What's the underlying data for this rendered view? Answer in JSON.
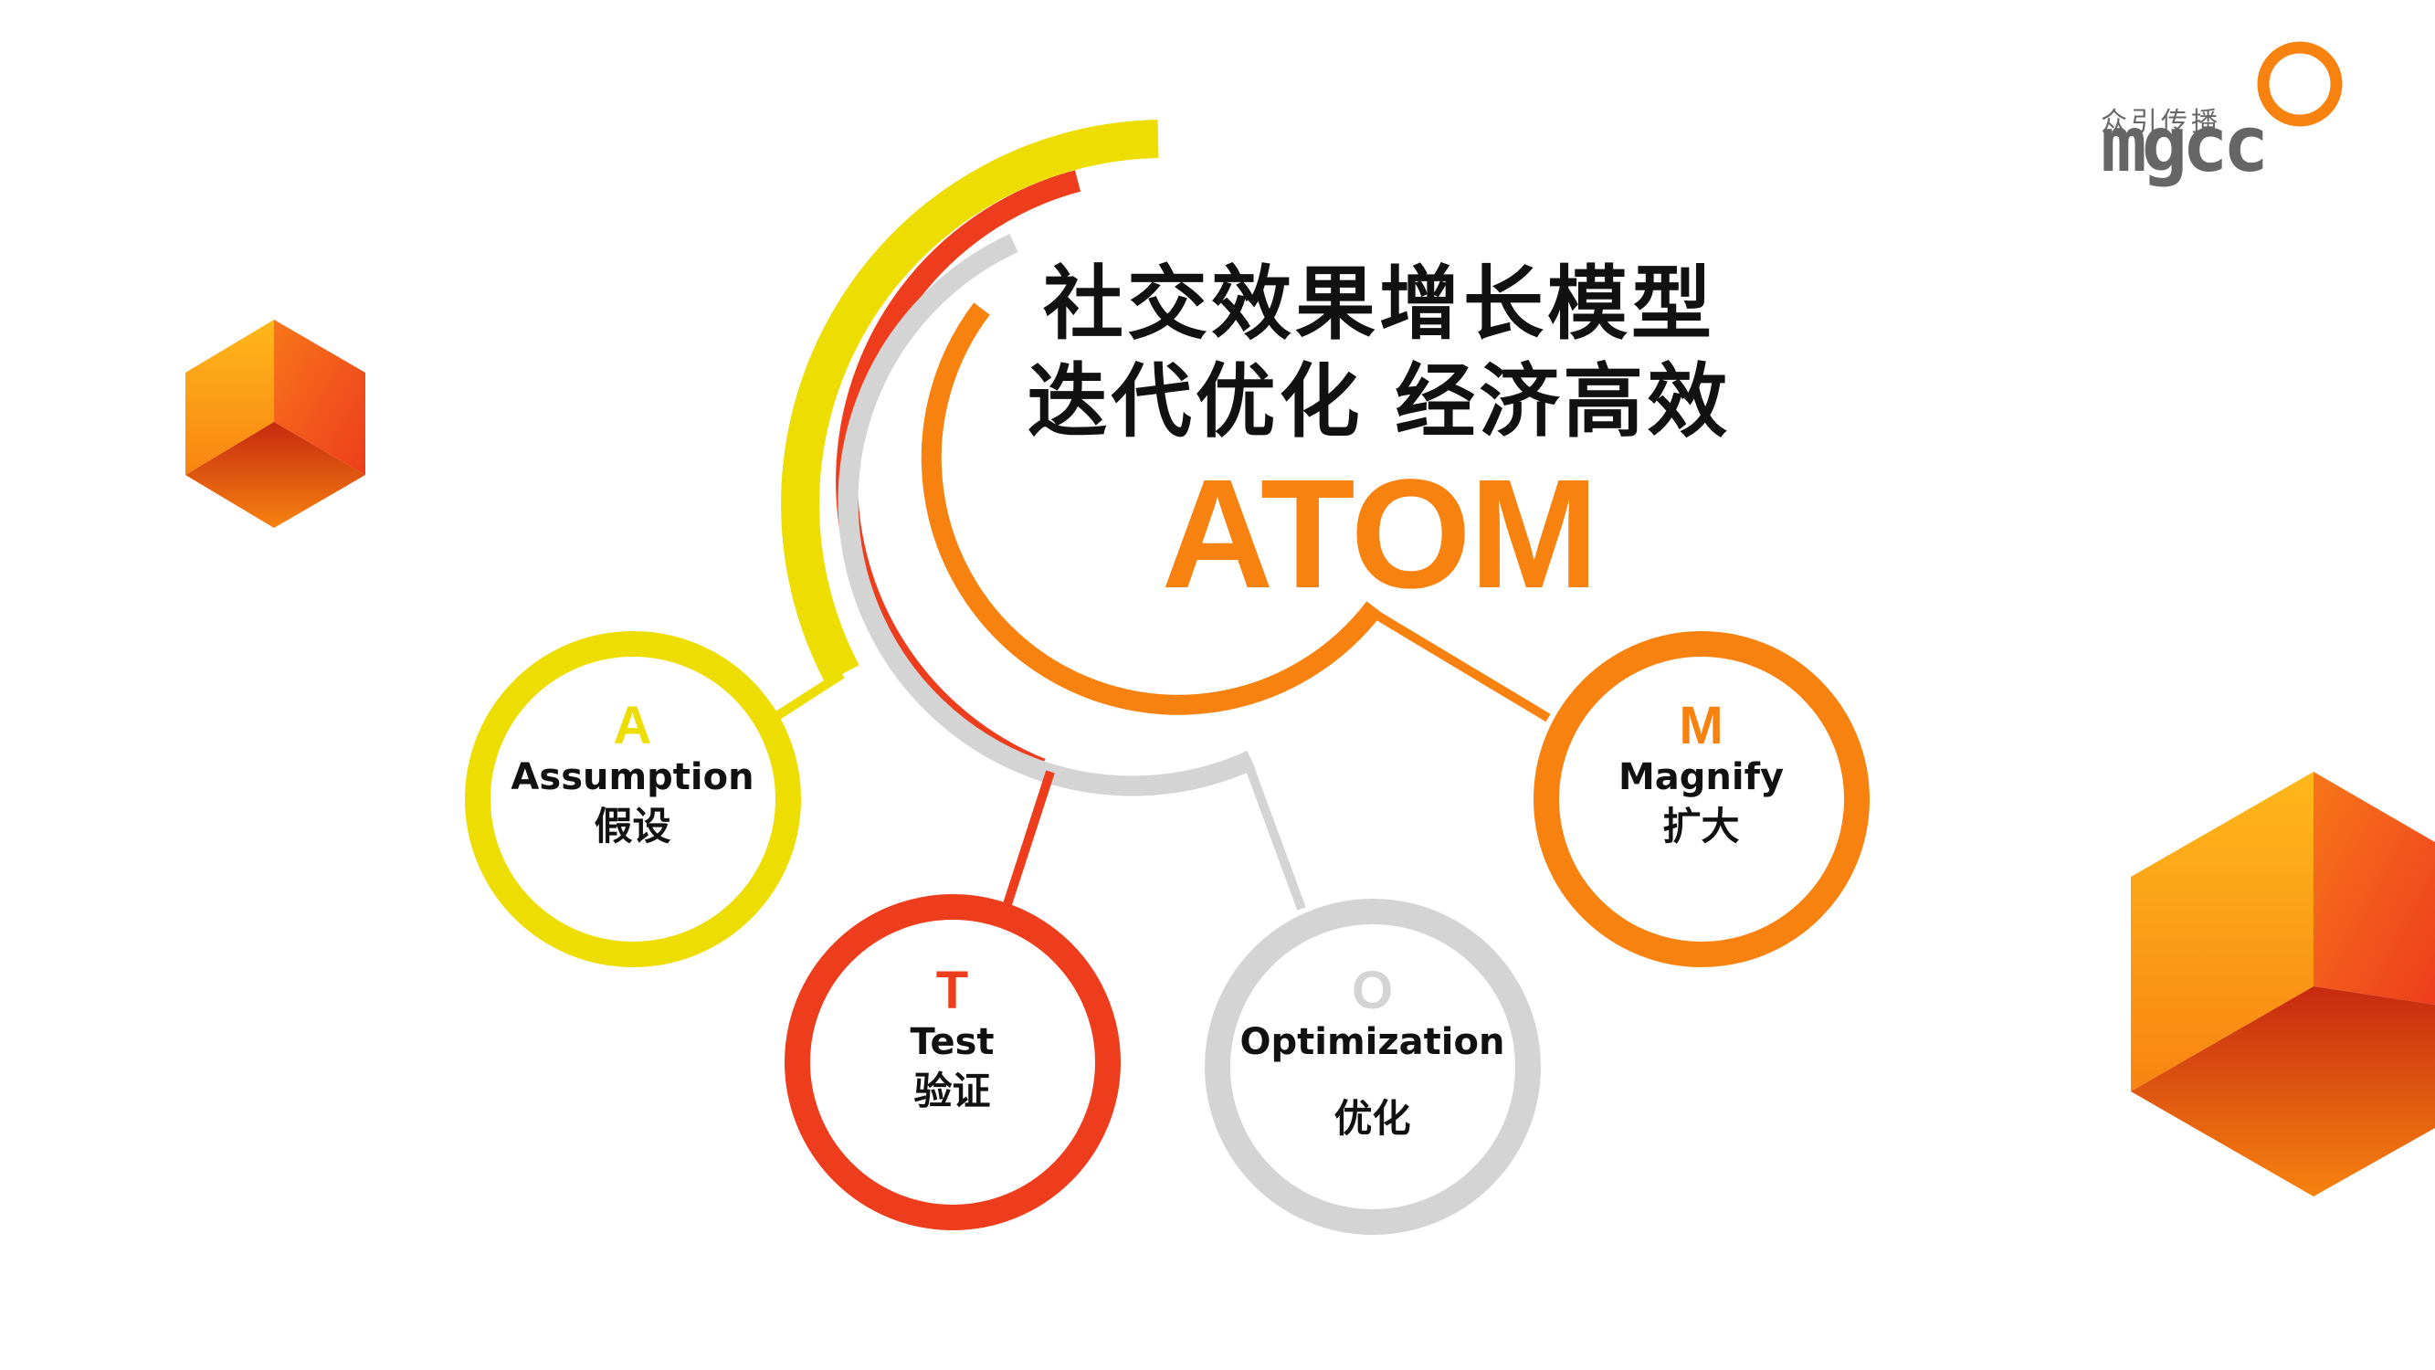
{
  "title": {
    "line1": "社交效果增长模型",
    "line2": "迭代优化  经济高效",
    "model_name": "ATOM"
  },
  "nodes": [
    {
      "letter": "A",
      "english": "Assumption",
      "chinese": "假设",
      "color": "#eedd00"
    },
    {
      "letter": "T",
      "english": "Test",
      "chinese": "验证",
      "color": "#ee3d1d"
    },
    {
      "letter": "O",
      "english": "Optimization",
      "chinese": "优化",
      "color": "#d4d4d4"
    },
    {
      "letter": "M",
      "english": "Magnify",
      "chinese": "扩大",
      "color": "#f7820f"
    }
  ],
  "logo": {
    "chinese": "众引传播",
    "wordmark": "mgcc",
    "accent_color": "#f7820f"
  },
  "colors": {
    "yellow": "#eedd00",
    "red": "#ee3d1d",
    "gray": "#d4d4d4",
    "orange": "#f7820f",
    "text": "#111111"
  }
}
